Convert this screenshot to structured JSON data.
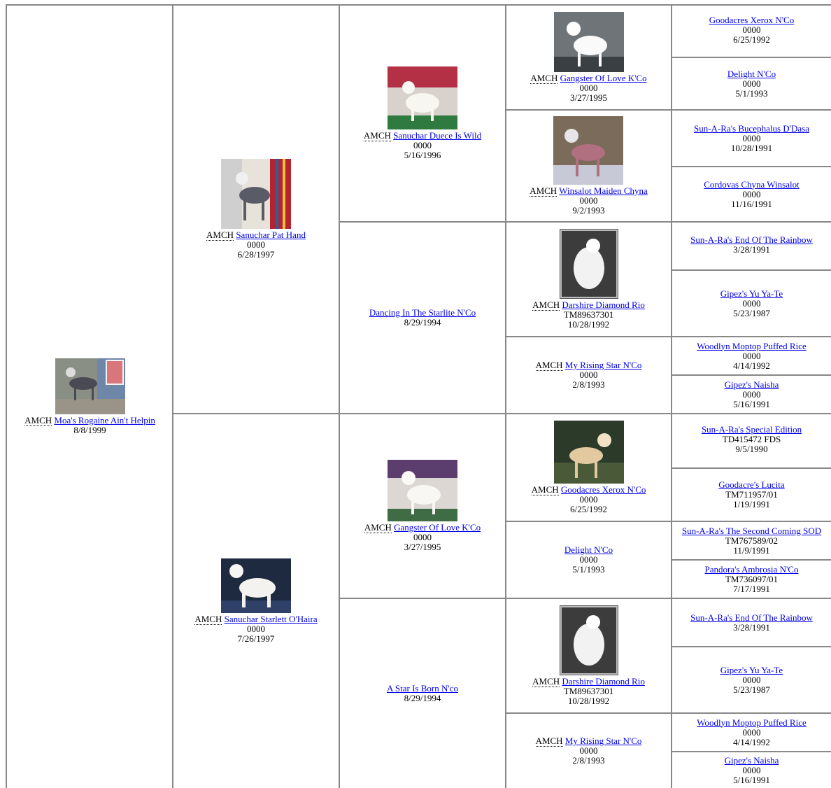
{
  "title_abbr": "AMCH",
  "subject": {
    "name": "Moa's Rogaine Ain't Helpin",
    "title": "AMCH",
    "reg": "",
    "date": "8/8/1999",
    "photo": "hairless-blue-dog-photo"
  },
  "gen1": [
    {
      "name": "Sanuchar Pat Hand",
      "title": "AMCH",
      "reg": "0000",
      "date": "6/28/1997",
      "photo": "hairless-grey-dog-photo"
    },
    {
      "name": "Sanuchar Starlett O'Haira",
      "title": "AMCH",
      "reg": "0000",
      "date": "7/26/1997",
      "photo": "white-powderpuff-dog-photo"
    }
  ],
  "gen2": [
    {
      "name": "Sanuchar Duece Is Wild",
      "title": "AMCH",
      "reg": "0000",
      "date": "5/16/1996",
      "photo": "white-dog-red-backdrop-photo"
    },
    {
      "name": "Dancing In The Starlite N'Co",
      "title": "",
      "reg": "",
      "date": "8/29/1994",
      "photo": ""
    },
    {
      "name": "Gangster Of Love K'Co",
      "title": "AMCH",
      "reg": "0000",
      "date": "3/27/1995",
      "photo": "white-dog-purple-backdrop-photo"
    },
    {
      "name": "A Star Is Born N'co",
      "title": "",
      "reg": "",
      "date": "8/29/1994",
      "photo": ""
    }
  ],
  "gen3": [
    {
      "name": "Gangster Of Love K'Co",
      "title": "AMCH",
      "reg": "0000",
      "date": "3/27/1995",
      "photo": "white-dog-grey-backdrop-photo"
    },
    {
      "name": "Winsalot Maiden Chyna",
      "title": "AMCH",
      "reg": "0000",
      "date": "9/2/1993",
      "photo": "pink-hairless-dog-photo"
    },
    {
      "name": "Darshire Diamond Rio",
      "title": "AMCH",
      "reg": "TM89637301",
      "date": "10/28/1992",
      "photo": "white-longhair-dog-bw-photo"
    },
    {
      "name": "My Rising Star N'Co",
      "title": "AMCH",
      "reg": "0000",
      "date": "2/8/1993",
      "photo": ""
    },
    {
      "name": "Goodacres Xerox N'Co",
      "title": "AMCH",
      "reg": "0000",
      "date": "6/25/1992",
      "photo": "cream-dog-outdoor-photo"
    },
    {
      "name": "Delight N'Co",
      "title": "",
      "reg": "0000",
      "date": "5/1/1993",
      "photo": ""
    },
    {
      "name": "Darshire Diamond Rio",
      "title": "AMCH",
      "reg": "TM89637301",
      "date": "10/28/1992",
      "photo": "white-longhair-dog-bw-photo"
    },
    {
      "name": "My Rising Star N'Co",
      "title": "AMCH",
      "reg": "0000",
      "date": "2/8/1993",
      "photo": ""
    }
  ],
  "gen4": [
    {
      "name": "Goodacres Xerox N'Co",
      "reg": "0000",
      "date": "6/25/1992"
    },
    {
      "name": "Delight N'Co",
      "reg": "0000",
      "date": "5/1/1993"
    },
    {
      "name": "Sun-A-Ra's Bucephalus D'Dasa",
      "reg": "0000",
      "date": "10/28/1991"
    },
    {
      "name": "Cordovas Chyna Winsalot",
      "reg": "0000",
      "date": "11/16/1991"
    },
    {
      "name": "Sun-A-Ra's End Of The Rainbow",
      "reg": "",
      "date": "3/28/1991"
    },
    {
      "name": "Gipez's Yu Ya-Te",
      "reg": "0000",
      "date": "5/23/1987"
    },
    {
      "name": "Woodlyn Moptop Puffed Rice",
      "reg": "0000",
      "date": "4/14/1992"
    },
    {
      "name": "Gipez's Naisha",
      "reg": "0000",
      "date": "5/16/1991"
    },
    {
      "name": "Sun-A-Ra's Special Edition",
      "reg": "TD415472 FDS",
      "date": "9/5/1990"
    },
    {
      "name": "Goodacre's Lucita",
      "reg": "TM711957/01",
      "date": "1/19/1991"
    },
    {
      "name": "Sun-A-Ra's The Second Coming SOD",
      "reg": "TM767589/02",
      "date": "11/9/1991"
    },
    {
      "name": "Pandora's Ambrosia N'Co",
      "reg": "TM736097/01",
      "date": "7/17/1991"
    },
    {
      "name": "Sun-A-Ra's End Of The Rainbow",
      "reg": "",
      "date": "3/28/1991"
    },
    {
      "name": "Gipez's Yu Ya-Te",
      "reg": "0000",
      "date": "5/23/1987"
    },
    {
      "name": "Woodlyn Moptop Puffed Rice",
      "reg": "0000",
      "date": "4/14/1992"
    },
    {
      "name": "Gipez's Naisha",
      "reg": "0000",
      "date": "5/16/1991"
    }
  ],
  "colors": {
    "link": "#0000ee",
    "border": "#888888",
    "text": "#000000"
  }
}
